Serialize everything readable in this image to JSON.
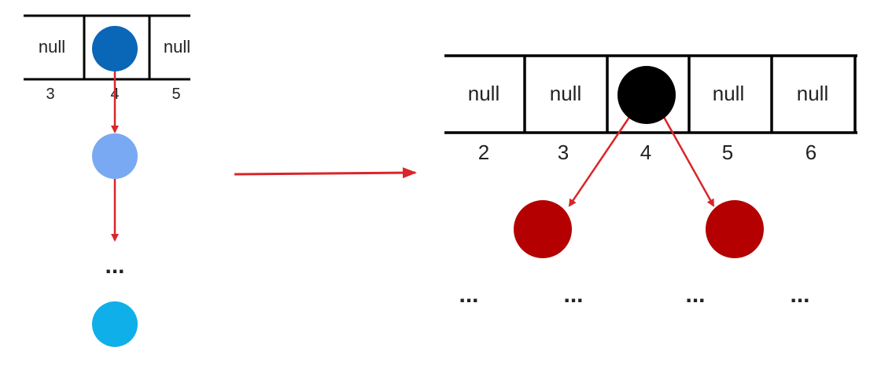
{
  "before": {
    "cells": [
      {
        "index": "3",
        "value": "null"
      },
      {
        "index": "4",
        "value": ""
      },
      {
        "index": "5",
        "value": "null"
      }
    ],
    "list_colors": [
      "#0a66b7",
      "#79a9f2",
      "#0fb0ea"
    ],
    "ellipsis": "..."
  },
  "after": {
    "cells": [
      {
        "index": "2",
        "value": "null"
      },
      {
        "index": "3",
        "value": "null"
      },
      {
        "index": "4",
        "value": ""
      },
      {
        "index": "5",
        "value": "null"
      },
      {
        "index": "6",
        "value": "null"
      }
    ],
    "root_color": "#000000",
    "child_color": "#b40000",
    "ellipsis": [
      "...",
      "...",
      "...",
      "..."
    ]
  },
  "arrow_color": "#d8262b",
  "line_color": "#000000"
}
